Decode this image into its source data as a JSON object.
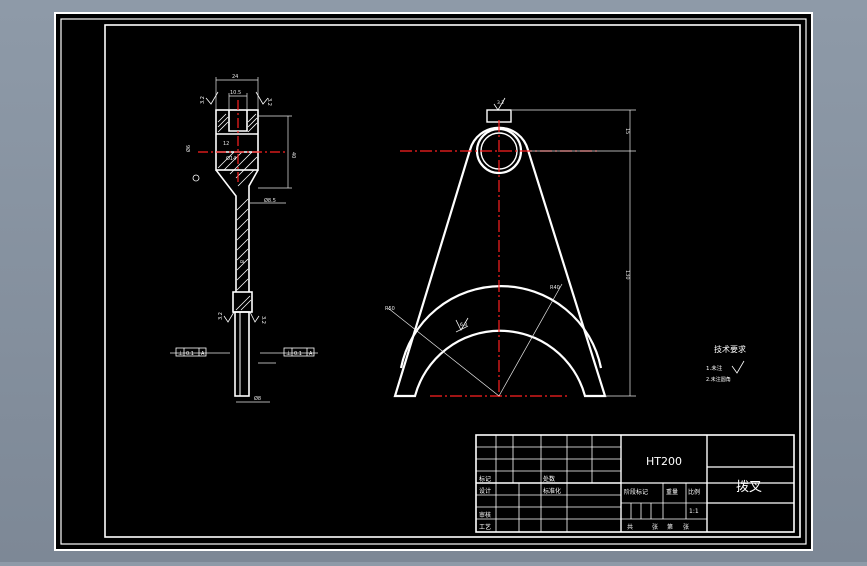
{
  "colors": {
    "desktop": "#8593a1",
    "paper": "#000000",
    "line": "#ffffff",
    "center": "#ff2020",
    "dim": "#e8e8e8"
  },
  "side_view": {
    "dims": {
      "top_width": "24",
      "slot_width": "10.5",
      "hole_dia": "Ø14",
      "height_40": "40",
      "height_12": "12",
      "web": "8",
      "stem_dim": "Ø8.5",
      "left_dia": "Ø6",
      "bottom_dia": "Ø8"
    },
    "roughness_top_left": "3.2",
    "roughness_top_right": "3.2",
    "roughness_mid_left": "3.2",
    "roughness_mid_right": "3.2",
    "tol_left": [
      "⊥",
      "0.1",
      "A"
    ],
    "tol_right": [
      "⊥",
      "0.1",
      "A"
    ]
  },
  "front_view": {
    "dims": {
      "top_offset": "15",
      "total_height": "130",
      "arc_outer": "R50",
      "arc_inner": "R40",
      "roughness_top": "3.2",
      "roughness_arc": "6.3"
    }
  },
  "notes": {
    "title": "技术要求",
    "items": [
      "1.未注",
      "2.未注圆角"
    ]
  },
  "title_block": {
    "material": "HT200",
    "part_name": "拨叉",
    "labels": {
      "mark": "标记",
      "count": "处数",
      "design": "设计",
      "standard": "标准化",
      "review": "审核",
      "process": "工艺",
      "stage_mark": "阶段标记",
      "weight": "重量",
      "scale": "比例",
      "scale_value": "1:1",
      "sheet_total": "共",
      "sheet": "张",
      "sheet_of": "第",
      "sheet2": "张"
    }
  }
}
